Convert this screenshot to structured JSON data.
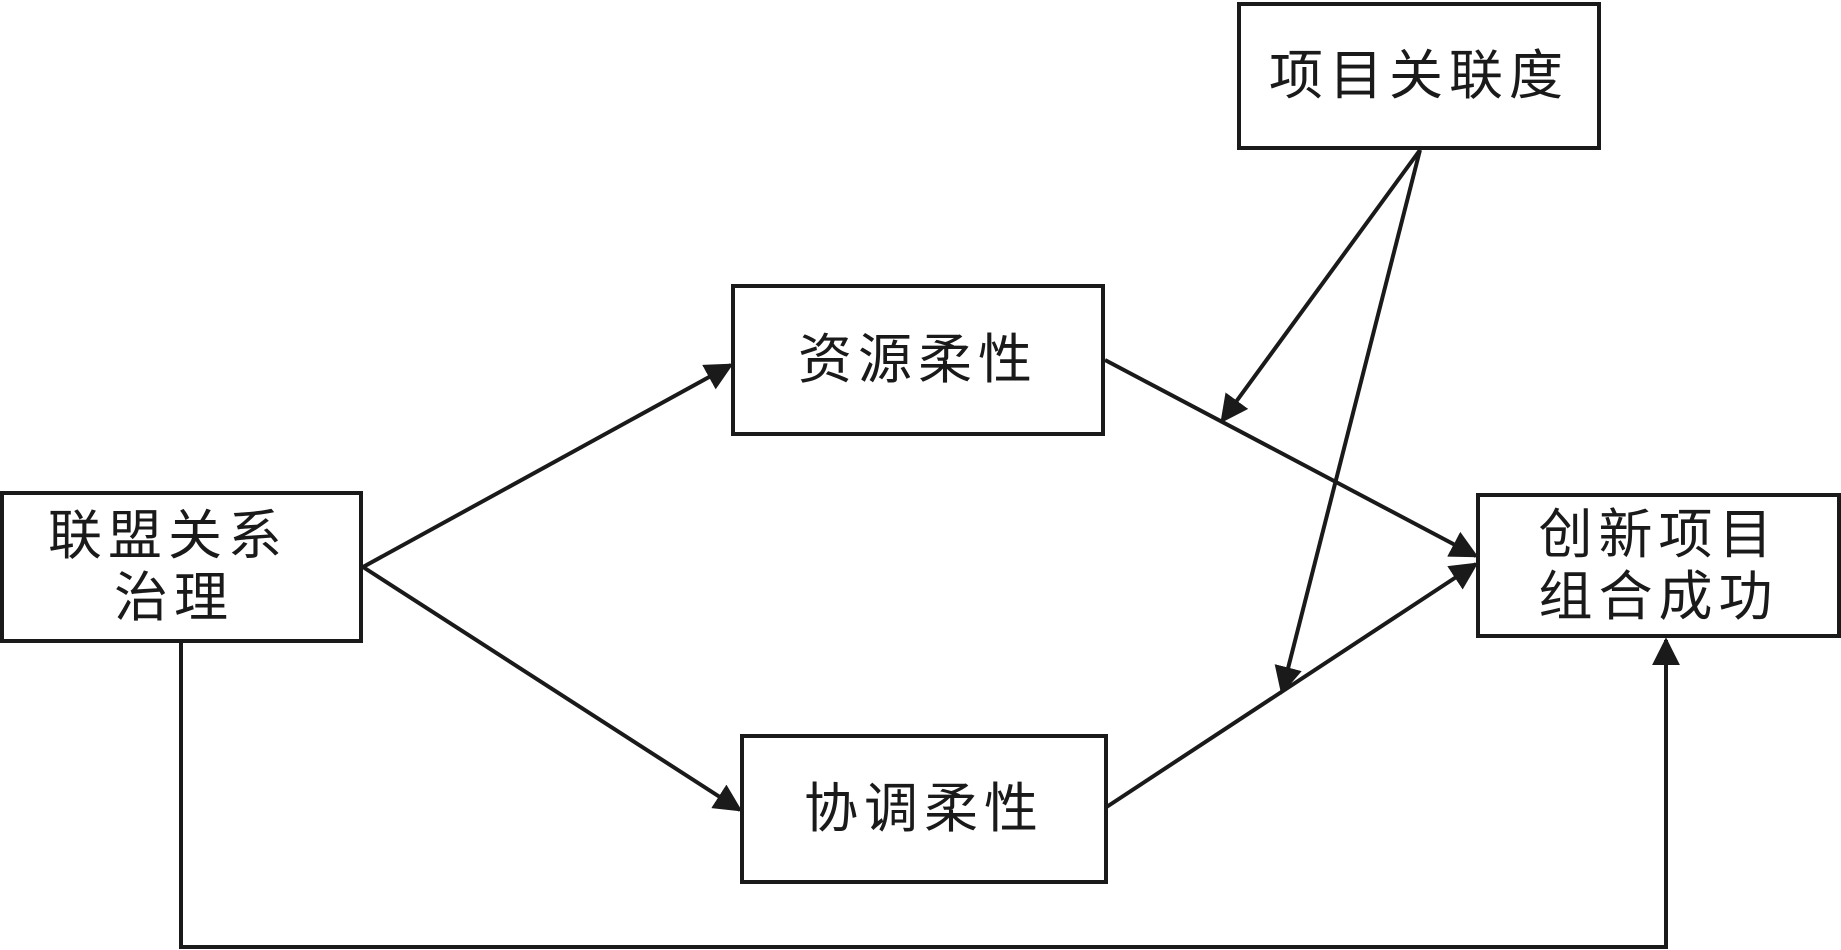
{
  "nodes": {
    "project_relatedness": {
      "label": "项目关联度"
    },
    "resource_flexibility": {
      "label": "资源柔性"
    },
    "alliance_governance": {
      "line1": "联盟关系",
      "line2": "治理"
    },
    "innovation_success": {
      "line1": "创新项目",
      "line2": "组合成功"
    },
    "coordination_flexibility": {
      "label": "协调柔性"
    }
  },
  "colors": {
    "stroke": "#1a1a1a",
    "background": "#ffffff"
  }
}
